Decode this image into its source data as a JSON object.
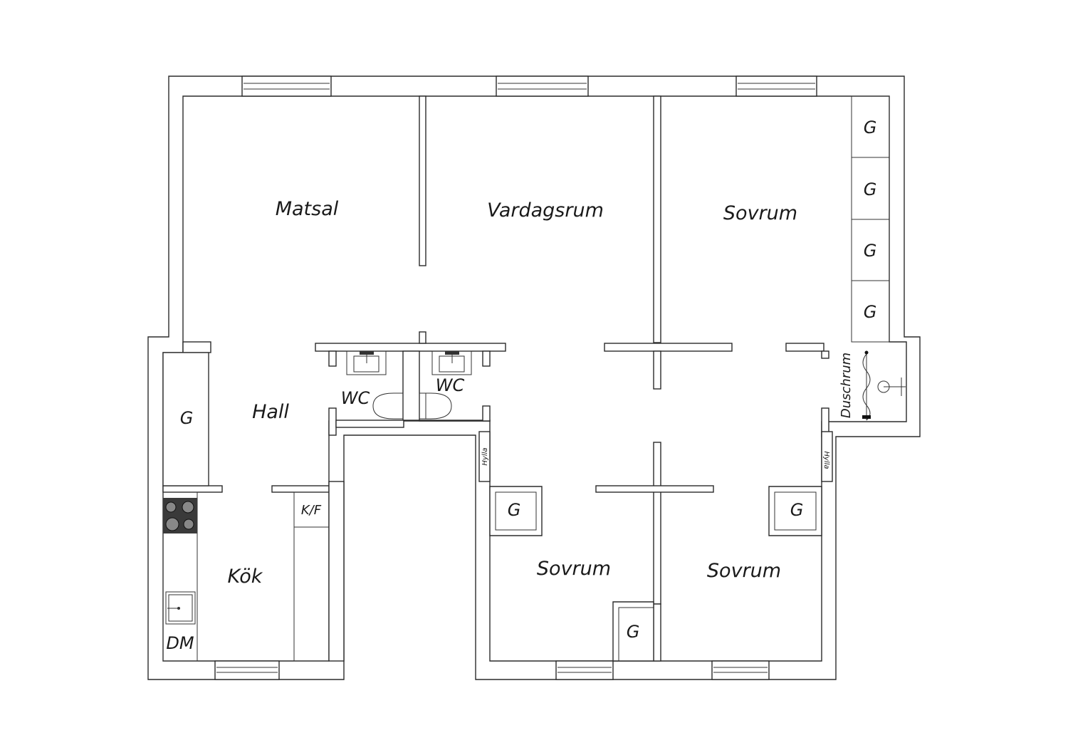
{
  "rooms": {
    "matsal": "Matsal",
    "vardagsrum": "Vardagsrum",
    "sovrum_ne": "Sovrum",
    "hall": "Hall",
    "kok": "Kök",
    "wc_left": "WC",
    "wc_right": "WC",
    "duschrum": "Duschrum",
    "sovrum_sw": "Sovrum",
    "sovrum_se": "Sovrum"
  },
  "fixtures": {
    "closet": "G",
    "fridge_freezer": "K/F",
    "dishwasher": "DM",
    "shelf": "Hylla"
  },
  "colors": {
    "wall": "#2b2b2b",
    "background": "#ffffff",
    "stove": "#3a3a3a"
  }
}
